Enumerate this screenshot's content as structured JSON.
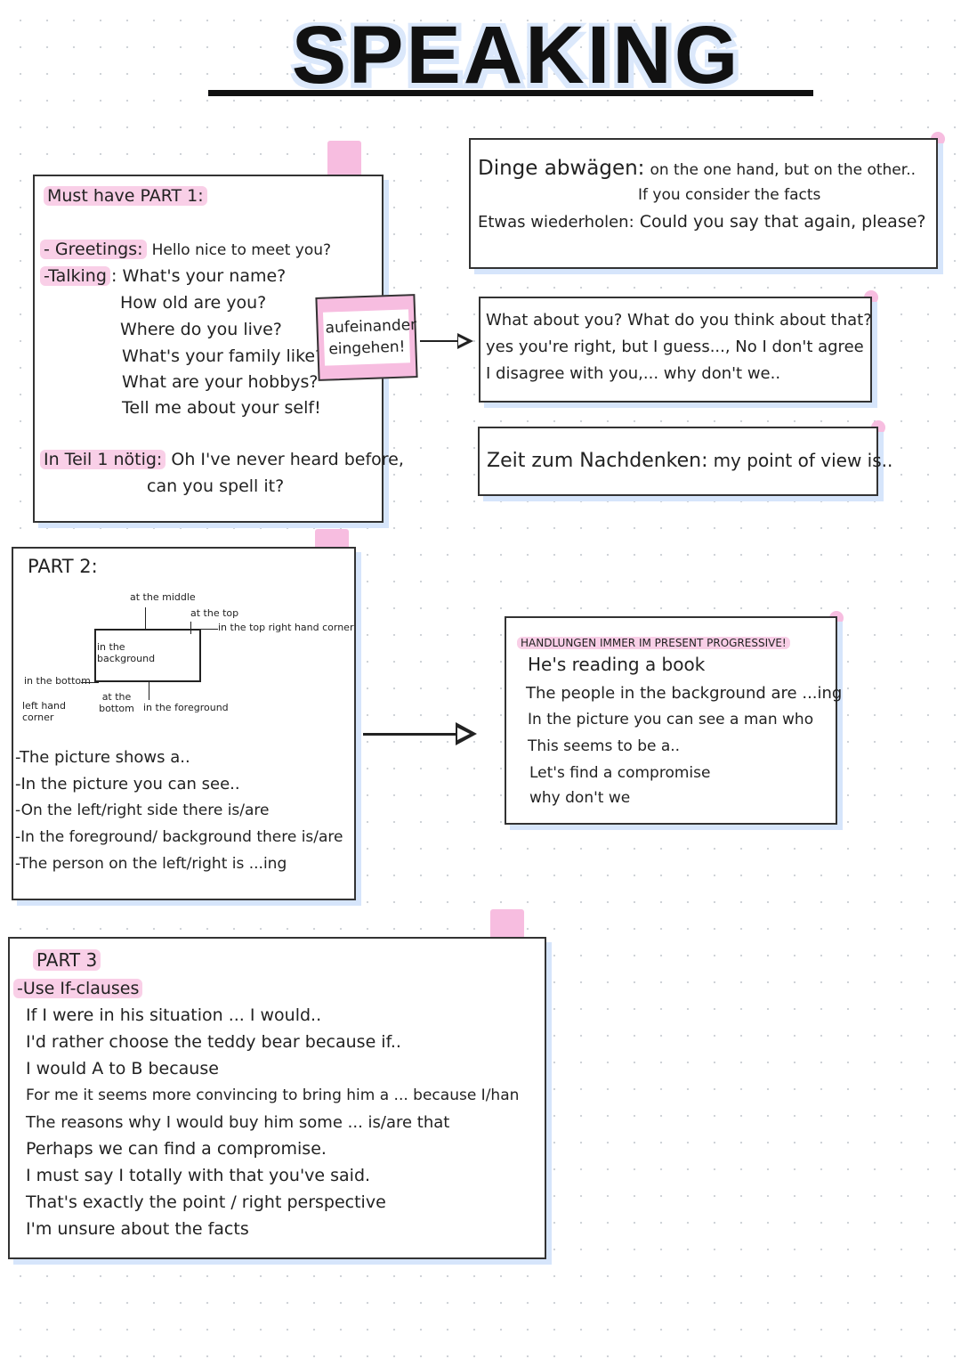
{
  "title": "SPEAKING",
  "part1": {
    "heading": "Must have PART 1:",
    "greetings_label": "- Greetings:",
    "greetings_text": "Hello nice to meet you?",
    "talking_label": "-Talking",
    "talking_lines": [
      ": What's your name?",
      "How old are you?",
      "Where do you live?",
      "What's your family like?",
      "What are your hobbys?",
      "Tell me about your self!"
    ],
    "teil1_label": "In Teil 1 nötig:",
    "teil1_text": "Oh I've never heard before,",
    "teil1_text2": "can you spell it?"
  },
  "sticky_note": {
    "line1": "aufeinander",
    "line2": "eingehen!"
  },
  "box_weighing": {
    "label1": "Dinge abwägen:",
    "text1": "on the one hand, but on the other..",
    "text1b": "If you consider the facts",
    "label2": "Etwas wiederholen:",
    "text2": "Could you say that again, please?"
  },
  "box_reply": {
    "line1": "What about you? What do you think about that?",
    "line2": "yes you're right, but I guess..., No I don't agree",
    "line3": "I disagree with you,... why don't we.."
  },
  "box_time": {
    "label": "Zeit zum Nachdenken:",
    "text": "my point of view is.."
  },
  "part2": {
    "heading": "PART 2:",
    "diagram": {
      "middle": "at the middle",
      "top": "at the top",
      "top_right": "in the top right hand corner",
      "background": "in the background",
      "bottom": "in the bottom",
      "left_hand_corner": "left hand corner",
      "at_the_bottom": "at the bottom",
      "foreground": "in the foreground"
    },
    "lines": [
      "-The picture shows a..",
      "-In the picture you can see..",
      "-On the left/right side there is/are",
      "-In the foreground/ background there is/are",
      "-The person on the left/right is ...ing"
    ]
  },
  "box_progressive": {
    "heading": "HANDLUNGEN IMMER IM PRESENT PROGRESSIVE!",
    "lines": [
      "He's reading a book",
      "The people in the background are ...ing",
      "In the picture you can see a man who",
      "This seems to be a..",
      "Let's find a compromise",
      "why don't we"
    ]
  },
  "part3": {
    "heading": "PART 3",
    "subheading": "-Use If-clauses",
    "lines": [
      "If I were in his situation ... I would..",
      "I'd rather choose the teddy bear because if..",
      "I would A to B because",
      "For me it seems more convincing to bring him a ... because I/han",
      "The reasons why I would buy him some ... is/are that",
      "Perhaps we can find a compromise.",
      "I must say I totally with that you've said.",
      "That's exactly the point / right perspective",
      "I'm unsure about the facts"
    ]
  }
}
